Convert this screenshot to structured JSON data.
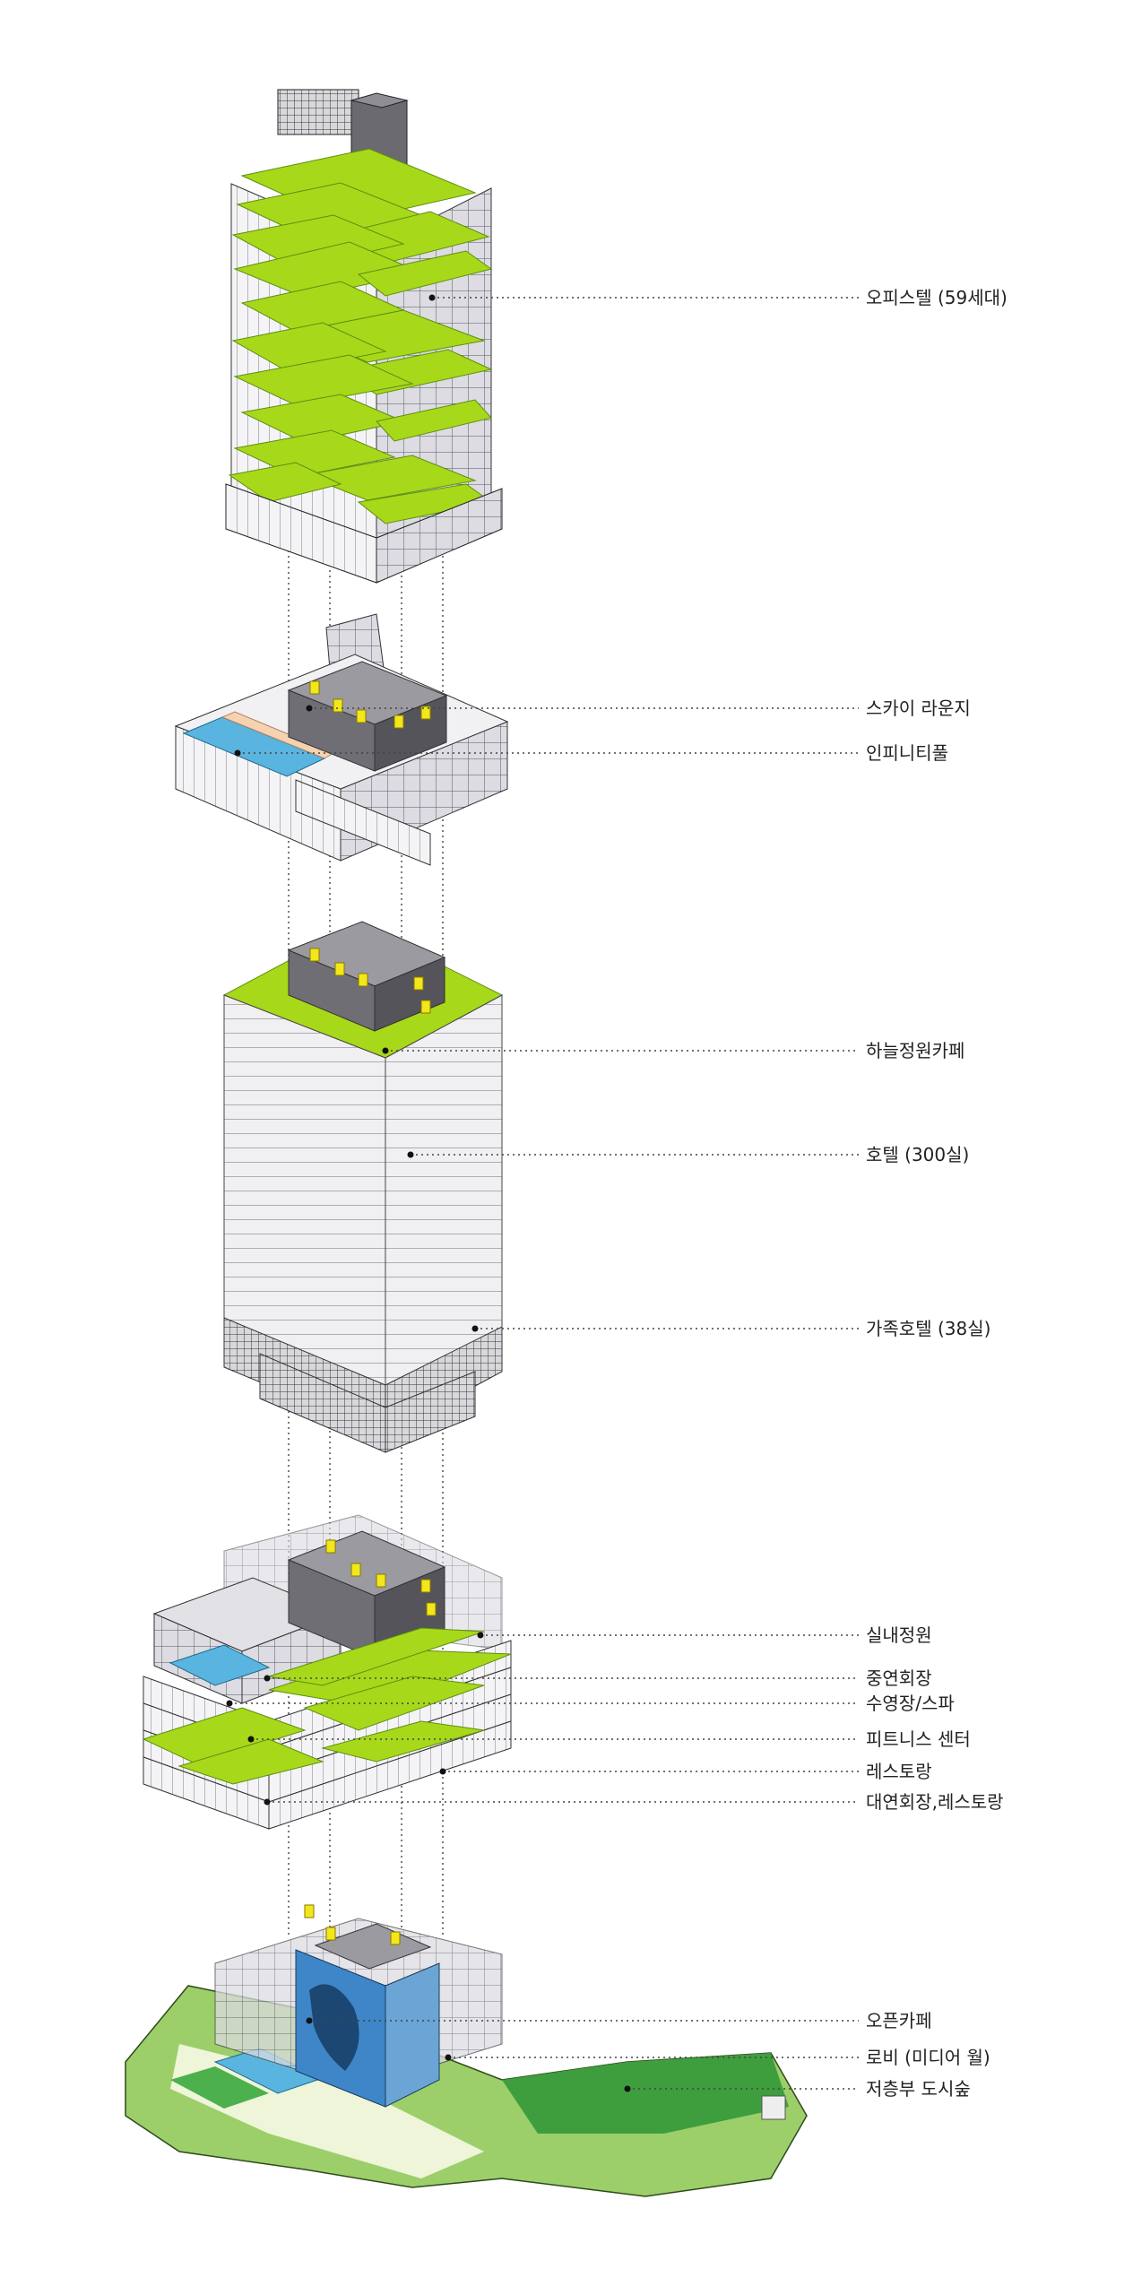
{
  "colors": {
    "green": "#a8d81a",
    "green_dark": "#6fa11a",
    "facade": "#f4f4f6",
    "grid": "#7c7c84",
    "core": "#8a8a90",
    "core_dark": "#5e5e64",
    "yellow": "#f2e71a",
    "pool": "#5ab4e0",
    "deck": "#f6d2b0",
    "media": "#3f86c9"
  },
  "labels": {
    "officetel": "오피스텔 (59세대)",
    "sky_lounge": "스카이 라운지",
    "infinity_pool": "인피니티풀",
    "sky_garden_cafe": "하늘정원카페",
    "hotel": "호텔 (300실)",
    "family_hotel": "가족호텔 (38실)",
    "indoor_garden": "실내정원",
    "mid_banquet": "중연회장",
    "pool_spa": "수영장/스파",
    "fitness": "피트니스 센터",
    "restaurant": "레스토랑",
    "grand_banquet": "대연회장,레스토랑",
    "open_cafe": "오픈카페",
    "lobby": "로비 (미디어 월)",
    "urban_forest": "저층부 도시숲"
  }
}
